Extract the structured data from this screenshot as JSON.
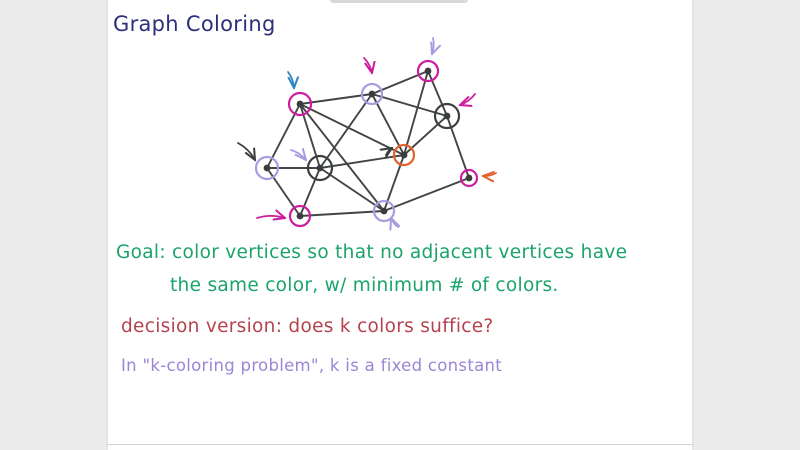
{
  "title": "Graph Coloring",
  "goal_line1": "Goal: color vertices so that no adjacent vertices have",
  "goal_line2": "the same color,  w/ minimum  #  of colors.",
  "decision": "decision version:  does k colors suffice?",
  "k_coloring": "In \"k-coloring problem\", k is a fixed constant",
  "colors": {
    "title": "#2c2f7a",
    "goal": "#1aa36b",
    "decision": "#b5424c",
    "k_coloring": "#9a86d6",
    "magenta": "#cc1d9e",
    "lavender": "#a99be0",
    "dark": "#3c3f3f",
    "orange": "#e2622e",
    "blue": "#2e86c1",
    "edge": "#424545"
  },
  "graph": {
    "vertices": [
      {
        "id": "a",
        "color": "magenta",
        "arrow": "blue"
      },
      {
        "id": "b",
        "color": "lavender",
        "arrow": "magenta"
      },
      {
        "id": "c",
        "color": "magenta",
        "arrow": "lavender"
      },
      {
        "id": "d",
        "color": "dark",
        "arrow": "magenta"
      },
      {
        "id": "e",
        "color": "lavender",
        "arrow": "dark"
      },
      {
        "id": "f",
        "color": "dark",
        "arrow": "lavender"
      },
      {
        "id": "g",
        "color": "orange",
        "arrow": "dark"
      },
      {
        "id": "h",
        "color": "magenta",
        "arrow": "orange"
      },
      {
        "id": "i",
        "color": "magenta",
        "arrow": "magenta"
      },
      {
        "id": "j",
        "color": "lavender",
        "arrow": "lavender"
      }
    ],
    "edges": [
      [
        "a",
        "b"
      ],
      [
        "b",
        "c"
      ],
      [
        "c",
        "d"
      ],
      [
        "d",
        "h"
      ],
      [
        "b",
        "d"
      ],
      [
        "a",
        "e"
      ],
      [
        "a",
        "f"
      ],
      [
        "a",
        "g"
      ],
      [
        "a",
        "j"
      ],
      [
        "b",
        "f"
      ],
      [
        "b",
        "g"
      ],
      [
        "c",
        "g"
      ],
      [
        "e",
        "f"
      ],
      [
        "e",
        "i"
      ],
      [
        "f",
        "g"
      ],
      [
        "f",
        "i"
      ],
      [
        "f",
        "j"
      ],
      [
        "d",
        "g"
      ],
      [
        "g",
        "j"
      ],
      [
        "h",
        "j"
      ],
      [
        "i",
        "j"
      ]
    ]
  }
}
